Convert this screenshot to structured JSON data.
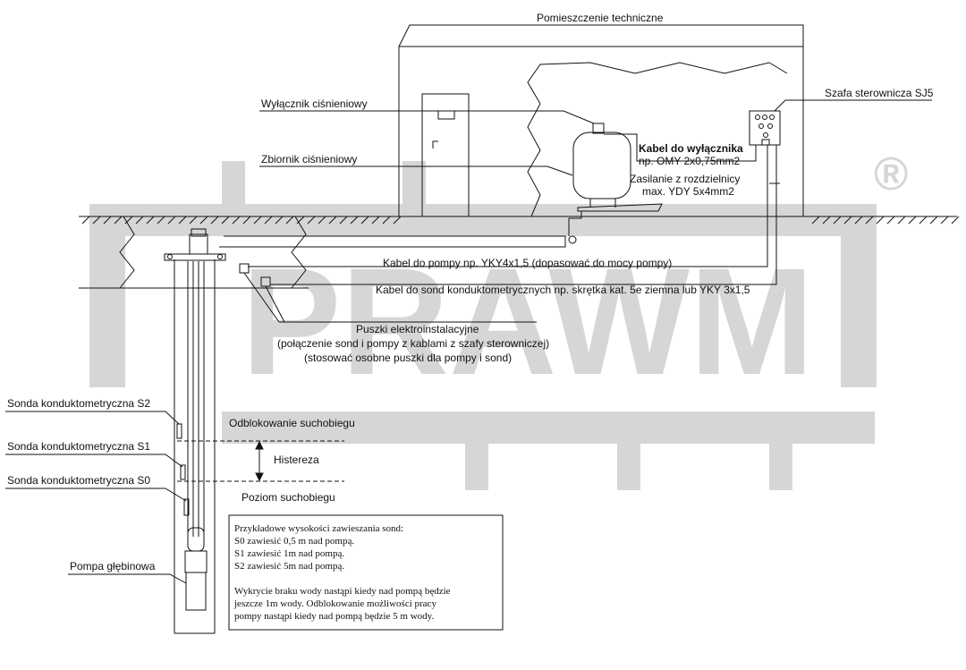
{
  "watermark": {
    "text": "PRAWM",
    "registered": "®",
    "color": "#d6d6d6"
  },
  "colors": {
    "line": "#111111",
    "background": "#ffffff"
  },
  "labels": {
    "room_title": "Pomieszczenie techniczne",
    "pressure_switch": "Wyłącznik ciśnieniowy",
    "pressure_tank": "Zbiornik ciśnieniowy",
    "control_cabinet": "Szafa sterownicza SJ5",
    "switch_cable_line1": "Kabel do wyłącznika",
    "switch_cable_line2": "np. OMY 2x0,75mm2",
    "power_supply_line1": "Zasilanie z rozdzielnicy",
    "power_supply_line2": "max. YDY 5x4mm2",
    "pump_cable": "Kabel do pompy np. YKY4x1,5 (dopasować do mocy pompy)",
    "probe_cable": "Kabel do sond konduktometrycznych np. skrętka kat. 5e ziemna lub YKY 3x1,5",
    "junction_line1": "Puszki elektroinstalacyjne",
    "junction_line2": "(połączenie sond i pompy z kablami z szafy sterowniczej)",
    "junction_line3": "(stosować osobne puszki dla pompy i sond)",
    "probe_s2": "Sonda konduktometryczna S2",
    "probe_s1": "Sonda konduktometryczna S1",
    "probe_s0": "Sonda konduktometryczna S0",
    "unblock": "Odblokowanie suchobiegu",
    "hysteresis": "Histereza",
    "dry_run_level": "Poziom suchobiegu",
    "pump": "Pompa głębinowa"
  },
  "note": {
    "lines": [
      "Przykładowe wysokości zawieszania sond:",
      "S0 zawiesić 0,5 m nad pompą.",
      "S1 zawiesić 1m nad pompą.",
      "S2 zawiesić 5m nad pompą.",
      "",
      "Wykrycie braku wody nastąpi kiedy nad pompą będzie",
      " jeszcze 1m wody. Odblokowanie możliwości pracy",
      "pompy nastąpi kiedy nad pompą będzie 5 m wody."
    ]
  }
}
